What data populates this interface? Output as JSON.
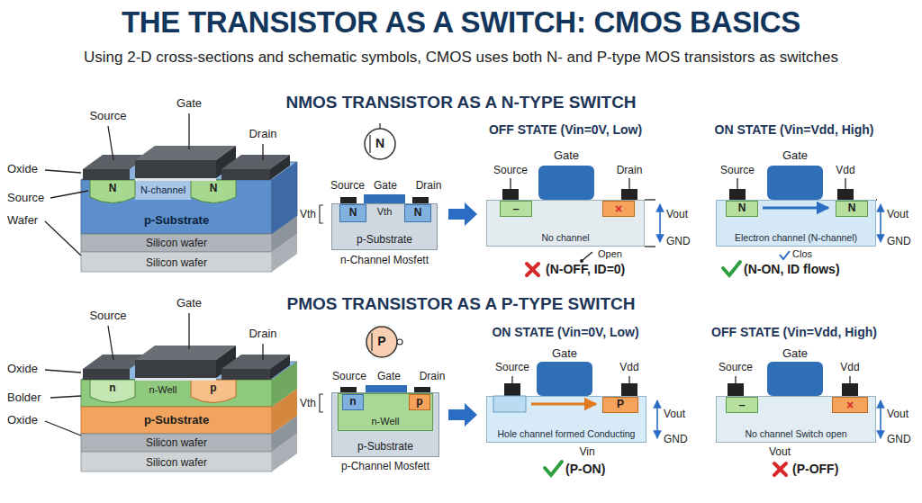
{
  "diagram": {
    "title": "THE TRANSISTOR AS A SWITCH: CMOS BASICS",
    "caption": "Using 2-D cross-sections and schematic symbols, CMOS uses both N- and P-type MOS transistors as switches",
    "nodes": [
      {
        "text": [
          "No channel"
        ]
      },
      {
        "text": [
          "–"
        ],
        "in": 0
      },
      {
        "text": [
          "×"
        ],
        "in": 0
      },
      {
        "text": [
          "Electron channel (N-channel)"
        ]
      },
      {
        "text": [
          "N"
        ],
        "in": 3
      },
      {
        "text": [
          "N"
        ],
        "in": 3
      },
      {
        "text": [
          "Hole channel formed Conducting"
        ]
      },
      {
        "text": [
          "P"
        ],
        "in": 6
      },
      {
        "text": [
          "No channel Switch open"
        ]
      },
      {
        "text": [
          "–"
        ],
        "in": 8
      },
      {
        "text": [
          "×"
        ],
        "in": 8
      },
      {
        "text": [
          "p-Substrate"
        ]
      },
      {
        "text": [
          "N"
        ],
        "in": 11
      },
      {
        "text": [
          "N"
        ],
        "in": 11
      },
      {
        "text": [
          "p-Substrate"
        ]
      },
      {
        "text": [
          "n-Well"
        ],
        "in": 14
      },
      {
        "text": [
          "n"
        ],
        "in": 15
      },
      {
        "text": [
          "p"
        ],
        "in": 15
      }
    ],
    "labels": [
      "NMOS TRANSISTOR AS A N-TYPE SWITCH",
      "Source",
      "Gate",
      "Drain",
      "Oxide",
      "Source",
      "Wafer",
      "N",
      "N-channel",
      "N",
      "p-Substrate",
      "Silicon wafer",
      "Silicon wafer",
      "N",
      "Source",
      "Gate",
      "Drain",
      "Vth",
      "Vth",
      "n-Channel Mosfett",
      "OFF STATE (Vin=0V, Low)",
      "Gate",
      "Source",
      "Drain",
      "Vout",
      "GND",
      "Open",
      "(N-OFF, ID=0)",
      "ON STATE (Vin=Vdd, High)",
      "Gate",
      "Source",
      "Vdd",
      "Vout",
      "GND",
      "Clos",
      "(N-ON, ID flows)",
      "PMOS TRANSISTOR AS A P-TYPE SWITCH",
      "Source",
      "Gate",
      "Drain",
      "Oxide",
      "Bolder",
      "Oxide",
      "n",
      "n-Well",
      "p",
      "p-Substrate",
      "Silicon wafer",
      "Silicon wafer",
      "P",
      "Source",
      "Gate",
      "Drain",
      "Vth",
      "p-Channel Mosfett",
      "ON STATE (Vin=0V, Low)",
      "Gate",
      "Source",
      "Vdd",
      "Vout",
      "GND",
      "Vin",
      "(P-ON)",
      "OFF STATE (Vin=Vdd, High)",
      "Gate",
      "Source",
      "Vdd",
      "Vout",
      "GND",
      "Vout",
      "(P-OFF)"
    ]
  }
}
